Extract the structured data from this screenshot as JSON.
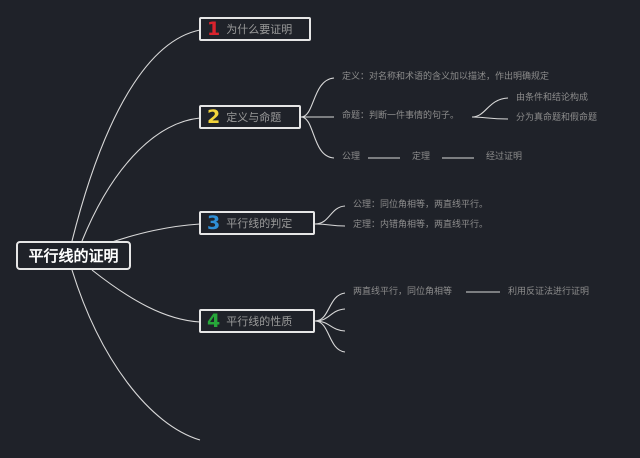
{
  "root": {
    "label": "平行线的证明"
  },
  "colors": {
    "background": "#1f2229",
    "line": "#d9d9d9",
    "num1": "#d9232d",
    "num2": "#f2d43b",
    "num3": "#2f8fd6",
    "num4": "#27a83a"
  },
  "branches": [
    {
      "number": "1",
      "label": "为什么要证明"
    },
    {
      "number": "2",
      "label": "定义与命题"
    },
    {
      "number": "3",
      "label": "平行线的判定"
    },
    {
      "number": "4",
      "label": "平行线的性质"
    }
  ],
  "notes": {
    "definition": "定义：对名称和术语的含义加以描述，作出明确规定",
    "proposition": "命题：判断一件事情的句子。",
    "proposition_parts": "由条件和结论构成",
    "proposition_types": "分为真命题和假命题",
    "axiom": "公理",
    "theorem": "定理",
    "proven": "经过证明",
    "judge_axiom": "公理：同位角相等，两直线平行。",
    "judge_theorem": "定理：内错角相等，两直线平行。",
    "property_1": "两直线平行，同位角相等",
    "property_1_note": "利用反证法进行证明"
  }
}
